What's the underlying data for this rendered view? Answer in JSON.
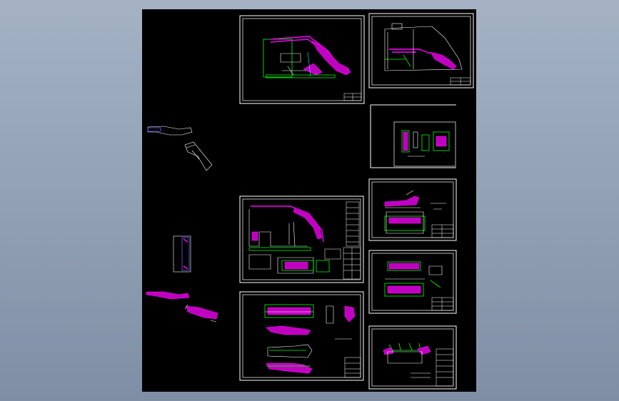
{
  "viewer": {
    "background_color": "#95a4b8",
    "canvas_color": "#000000",
    "accent_colors": [
      "#ff00ff",
      "#00ff00",
      "#ffffff",
      "#00ffff"
    ]
  },
  "sheets": [
    {
      "id": "sheet-general-assembly"
    },
    {
      "id": "sheet-assembly-right"
    },
    {
      "id": "sheet-parts-small"
    },
    {
      "id": "sheet-assembly-with-table"
    },
    {
      "id": "sheet-part-bottom-left"
    },
    {
      "id": "sheet-part-right-3"
    },
    {
      "id": "sheet-part-right-4"
    },
    {
      "id": "sheet-part-right-5"
    }
  ]
}
